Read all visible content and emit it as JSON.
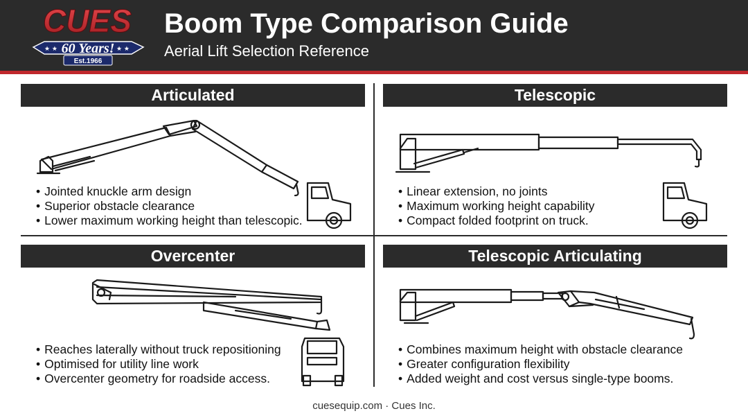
{
  "header": {
    "title": "Boom Type Comparison Guide",
    "subtitle": "Aerial Lift Selection Reference",
    "logo": {
      "brand": "CUES",
      "years": "60 Years!",
      "established": "Est.1966",
      "colors": {
        "brand_red": "#c0282d",
        "navy": "#1c2a6b",
        "white": "#ffffff"
      }
    }
  },
  "panels": [
    {
      "title": "Articulated",
      "bullets": [
        "Jointed knuckle arm design",
        "Superior obstacle clearance",
        "Lower maximum working height than telescopic."
      ]
    },
    {
      "title": "Telescopic",
      "bullets": [
        "Linear extension, no joints",
        "Maximum working height capability",
        "Compact folded footprint on truck."
      ]
    },
    {
      "title": "Overcenter",
      "bullets": [
        "Reaches laterally without truck repositioning",
        "Optimised for utility line work",
        "Overcenter geometry for roadside access."
      ]
    },
    {
      "title": "Telescopic Articulating",
      "bullets": [
        "Combines maximum height with obstacle clearance",
        "Greater configuration flexibility",
        "Added weight and cost versus single-type booms."
      ]
    }
  ],
  "footer": "cuesequip.com · Cues Inc.",
  "colors": {
    "header_bg": "#2b2b2b",
    "accent_red": "#c0282d",
    "panel_bar": "#2b2b2b",
    "line_art": "#1a1a1a"
  }
}
